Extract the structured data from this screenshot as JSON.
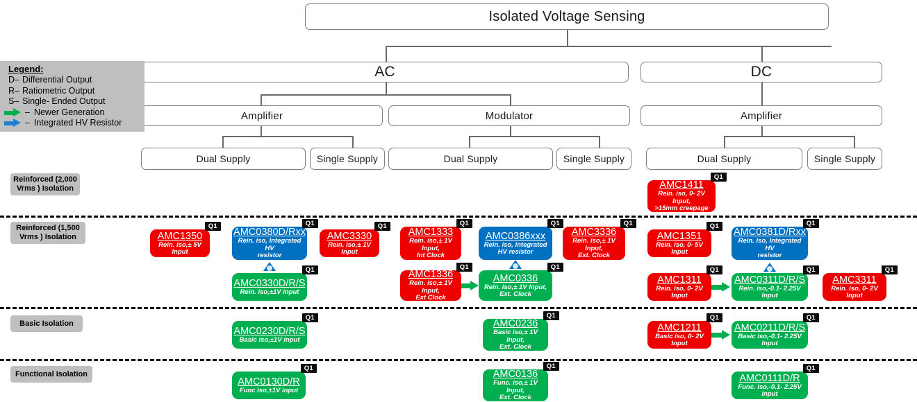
{
  "tree": {
    "root": {
      "label": "Isolated Voltage Sensing"
    },
    "level2": [
      {
        "label": "AC"
      },
      {
        "label": "DC"
      }
    ],
    "level3": [
      {
        "label": "Amplifier"
      },
      {
        "label": "Modulator"
      },
      {
        "label": "Amplifier"
      }
    ],
    "level4": [
      {
        "label": "Dual Supply"
      },
      {
        "label": "Single Supply"
      },
      {
        "label": "Dual Supply"
      },
      {
        "label": "Single Supply"
      },
      {
        "label": "Dual Supply"
      },
      {
        "label": "Single Supply"
      }
    ]
  },
  "legend": {
    "title": "Legend:",
    "rows": [
      {
        "key": "D–",
        "text": "Differential Output"
      },
      {
        "key": "R–",
        "text": "Ratiometric Output"
      },
      {
        "key": "S–",
        "text": "Single- Ended Output"
      }
    ],
    "arrow_rows": [
      {
        "icon": "green-arrow-icon",
        "dash": "–",
        "text": "Newer Generation",
        "color": "#00af4f"
      },
      {
        "icon": "blue-arrow-icon",
        "dash": "–",
        "text": "Integrated HV Resistor",
        "color": "#1f7fd0"
      }
    ]
  },
  "bands": [
    {
      "label": "Reinforced (2,000 Vrms ) Isolation"
    },
    {
      "label": "Reinforced (1,500 Vrms ) Isolation"
    },
    {
      "label": "Basic Isolation"
    },
    {
      "label": "Functional Isolation"
    }
  ],
  "badge": {
    "label": "Q1"
  },
  "colors": {
    "red": "#ee0000",
    "blue": "#0070c0",
    "green": "#00b050",
    "legend_bg": "#bfbfbf",
    "band_bg": "#bfbfbf",
    "tree_border": "#808080"
  },
  "products": [
    {
      "pn": "AMC1411",
      "desc": "Rein. iso, 0- 2V Input,\n>15mm creepage",
      "color": "red",
      "badge": "Q1"
    },
    {
      "pn": "AMC1350",
      "desc": "Rein. iso,± 5V Input",
      "color": "red",
      "badge": "Q1"
    },
    {
      "pn": "AMC0380D/Rxx",
      "desc": "Rein. iso,  Integrated HV\nresistor",
      "color": "blue",
      "badge": "Q1"
    },
    {
      "pn": "AMC3330",
      "desc": "Rein. iso,± 1V Input",
      "color": "red",
      "badge": "Q1"
    },
    {
      "pn": "AMC0330D/R/S",
      "desc": "Rein. iso,±1V input",
      "color": "green",
      "badge": "Q1"
    },
    {
      "pn": "AMC1333",
      "desc": "Rein. iso,± 1V Input,\nInt Clock",
      "color": "red",
      "badge": "Q1"
    },
    {
      "pn": "AMC0386xxx",
      "desc": "Rein. iso,  Integrated\nHV resistor",
      "color": "blue",
      "badge": "Q1"
    },
    {
      "pn": "AMC3336",
      "desc": "Rein. iso,± 1V Input,\nExt. Clock",
      "color": "red",
      "badge": "Q1"
    },
    {
      "pn": "AMC1336",
      "desc": "Rein. iso,± 1V Input,\nExt Clock",
      "color": "red",
      "badge": "Q1"
    },
    {
      "pn": "AMC0336",
      "desc": "Rein. iso,± 1V Input,\nExt. Clock",
      "color": "green",
      "badge": "Q1"
    },
    {
      "pn": "AMC1351",
      "desc": "Rein. iso, 0- 5V Input",
      "color": "red",
      "badge": "Q1"
    },
    {
      "pn": "AMC0381D/Rxx",
      "desc": "Rein. iso,  Integrated HV\nresistor",
      "color": "blue",
      "badge": "Q1"
    },
    {
      "pn": "AMC1311",
      "desc": "Rein. iso, 0- 2V Input",
      "color": "red",
      "badge": "Q1"
    },
    {
      "pn": "AMC0311D/R/S",
      "desc": "Rein. iso,-0.1- 2.25V Input",
      "color": "green",
      "badge": "Q1"
    },
    {
      "pn": "AMC3311",
      "desc": "Rein. iso, 0- 2V Input",
      "color": "red",
      "badge": "Q1"
    },
    {
      "pn": "AMC0230D/R/S",
      "desc": "Basic iso,±1V input",
      "color": "green",
      "badge": "Q1"
    },
    {
      "pn": "AMC0236",
      "desc": "Basic iso,± 1V Input,\nExt. Clock",
      "color": "green",
      "badge": "Q1"
    },
    {
      "pn": "AMC1211",
      "desc": "Basic iso,  0- 2V Input",
      "color": "red",
      "badge": "Q1"
    },
    {
      "pn": "AMC0211D/R/S",
      "desc": "Basic iso,-0.1- 2.25V Input",
      "color": "green",
      "badge": "Q1"
    },
    {
      "pn": "AMC0130D/R",
      "desc": "Func iso,±1V input",
      "color": "green",
      "badge": "Q1"
    },
    {
      "pn": "AMC0136",
      "desc": "Func. iso,± 1V Input,\nExt. Clock",
      "color": "green",
      "badge": "Q1"
    },
    {
      "pn": "AMC0111D/R",
      "desc": "Func. iso,-0.1- 2.25V Input",
      "color": "green",
      "badge": "Q1"
    }
  ]
}
